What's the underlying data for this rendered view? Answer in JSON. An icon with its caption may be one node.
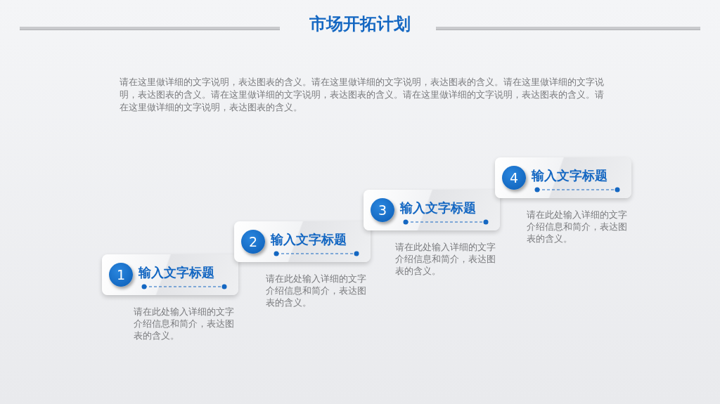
{
  "diagram": {
    "title": "市场开拓计划",
    "nodes": [
      {
        "text": [
          "1",
          "输入文字标题"
        ],
        "beside": [
          "请在此处输入详细的文字介绍信息和简介，表达图表的含义。"
        ]
      },
      {
        "text": [
          "2",
          "输入文字标题"
        ],
        "beside": [
          "请在此处输入详细的文字介绍信息和简介，表达图表的含义。"
        ]
      },
      {
        "text": [
          "3",
          "输入文字标题"
        ],
        "beside": [
          "请在此处输入详细的文字介绍信息和简介，表达图表的含义。"
        ]
      },
      {
        "text": [
          "4",
          "输入文字标题"
        ],
        "beside": [
          "请在此处输入详细的文字介绍信息和简介，表达图表的含义。"
        ]
      }
    ],
    "edges": [],
    "labels": [
      "请在这里做详细的文字说明，表达图表的含义。请在这里做详细的文字说明，表达图表的含义。请在这里做详细的文字说明，表达图表的含义。请在这里做详细的文字说明，表达图表的含义。请在这里做详细的文字说明，表达图表的含义。请在这里做详细的文字说明，表达图表的含义。"
    ]
  }
}
